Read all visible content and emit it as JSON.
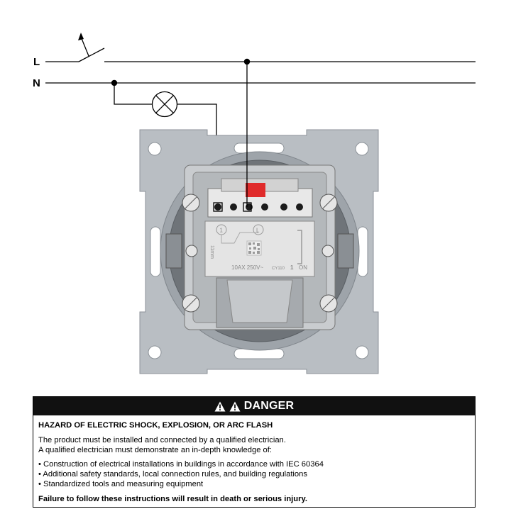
{
  "diagram": {
    "line_labels": {
      "L": "L",
      "N": "N"
    },
    "device_markings": {
      "terminal_1": "1",
      "terminal_L": "L",
      "strip_length": "11mm",
      "rating": "10AX 250V~",
      "model": "CY110",
      "position": "1",
      "state": "ON"
    },
    "colors": {
      "wire": "#000000",
      "plate": "#b9bec3",
      "insert": "#d8d8d8",
      "red_indicator": "#e02b2b"
    },
    "icons": [
      "switch-symbol",
      "lamp-symbol",
      "junction-dot"
    ]
  },
  "danger": {
    "header": "DANGER",
    "title": "HAZARD OF ELECTRIC SHOCK, EXPLOSION, OR ARC FLASH",
    "intro_1": "The product must be installed and connected by a qualified electrician.",
    "intro_2": "A qualified electrician must demonstrate an in-depth knowledge of:",
    "items": [
      "Construction of electrical installations in buildings in accordance with IEC 60364",
      "Additional safety standards, local connection rules, and building regulations",
      "Standardized tools and measuring equipment"
    ],
    "footer": "Failure to follow these instructions will result in death or serious injury."
  }
}
